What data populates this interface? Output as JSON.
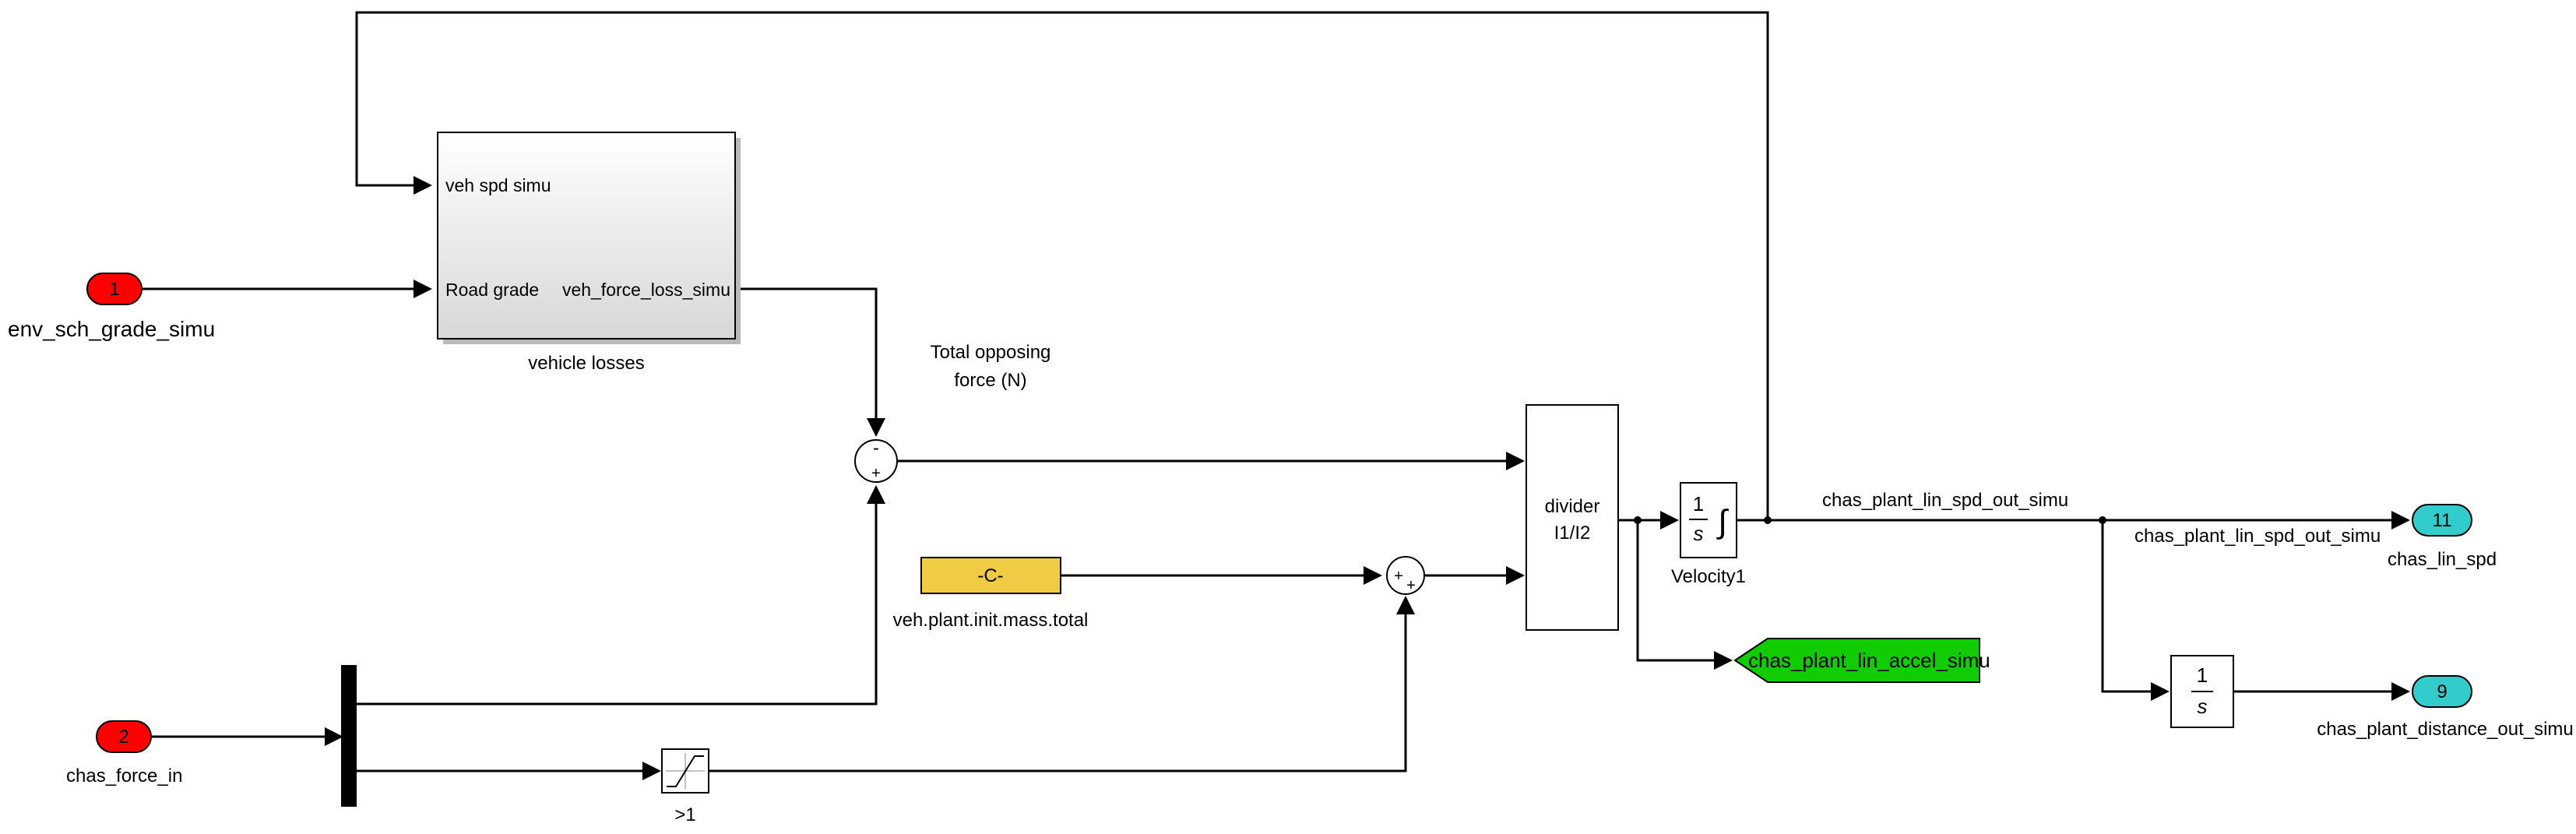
{
  "inports": [
    {
      "number": "1",
      "name": "env_sch_grade_simu"
    },
    {
      "number": "2",
      "name": "chas_force_in"
    }
  ],
  "outports": [
    {
      "number": "11",
      "name": "chas_lin_spd"
    },
    {
      "number": "9",
      "name": "chas_plant_distance_out_simu"
    }
  ],
  "subsystem": {
    "name": "vehicle losses",
    "port_in_1": "veh spd simu",
    "port_in_2": "Road grade",
    "port_out": "veh_force_loss_simu"
  },
  "sum1": {
    "sign_top": "-",
    "sign_bottom": "+"
  },
  "sum2": {
    "sign_left": "+",
    "sign_bottom": "+"
  },
  "constant": {
    "label": "-C-",
    "name": "veh.plant.init.mass.total"
  },
  "divider": {
    "line1": "divider",
    "line2": "I1/I2"
  },
  "integrator1": {
    "numerator": "1",
    "denominator": "s",
    "symbol": "∫",
    "name": "Velocity1"
  },
  "integrator2": {
    "numerator": "1",
    "denominator": "s"
  },
  "goto": {
    "tag": "chas_plant_lin_accel_simu"
  },
  "saturation": {
    "name": ">1"
  },
  "signals": {
    "opposing_force_line1": "Total opposing",
    "opposing_force_line2": "force (N)",
    "speed_out": "chas_plant_lin_spd_out_simu",
    "speed_out_branch": "chas_plant_lin_spd_out_simu"
  },
  "colors": {
    "inport": "#ff0000",
    "outport": "#33cccc",
    "goto": "#11cc00",
    "constant": "#f0cc44"
  }
}
